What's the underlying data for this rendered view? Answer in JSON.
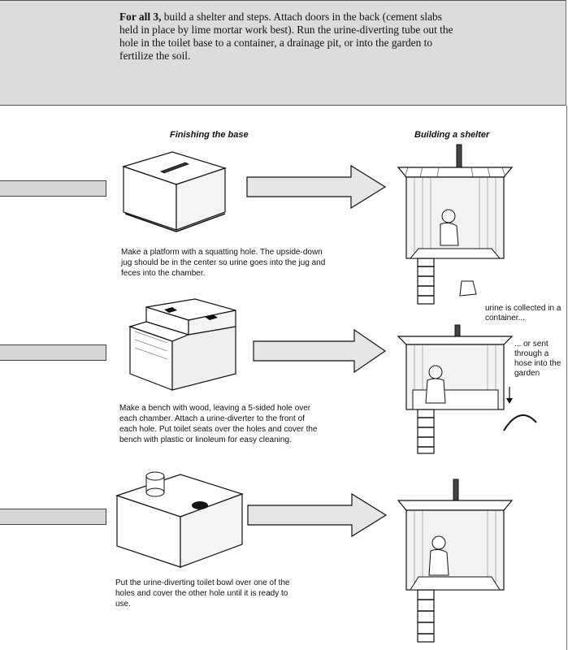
{
  "intro": {
    "bold": "For all 3,",
    "text": " build a shelter and steps. Attach doors in the back (cement slabs held in place by lime mortar work best). Run the urine-diverting tube out the hole in the toilet base to a container, a drainage pit, or into the garden to fertilize the soil."
  },
  "headings": {
    "left": "Finishing the base",
    "right": "Building a shelter"
  },
  "captions": [
    "Make a platform with a squatting hole. The upside-down jug should be in the center so urine goes into the jug and feces into the chamber.",
    "Make a bench with wood, leaving a 5-sided hole over each chamber. Attach a urine-diverter to the front of each hole. Put toilet seats over the holes and cover the bench with plastic or linoleum for easy cleaning.",
    "Put the urine-diverting toilet bowl over one of the holes and cover the other hole until it is ready to use."
  ],
  "notes": {
    "container": "urine is collected in a container...",
    "garden": "... or sent through a hose into the garden"
  }
}
